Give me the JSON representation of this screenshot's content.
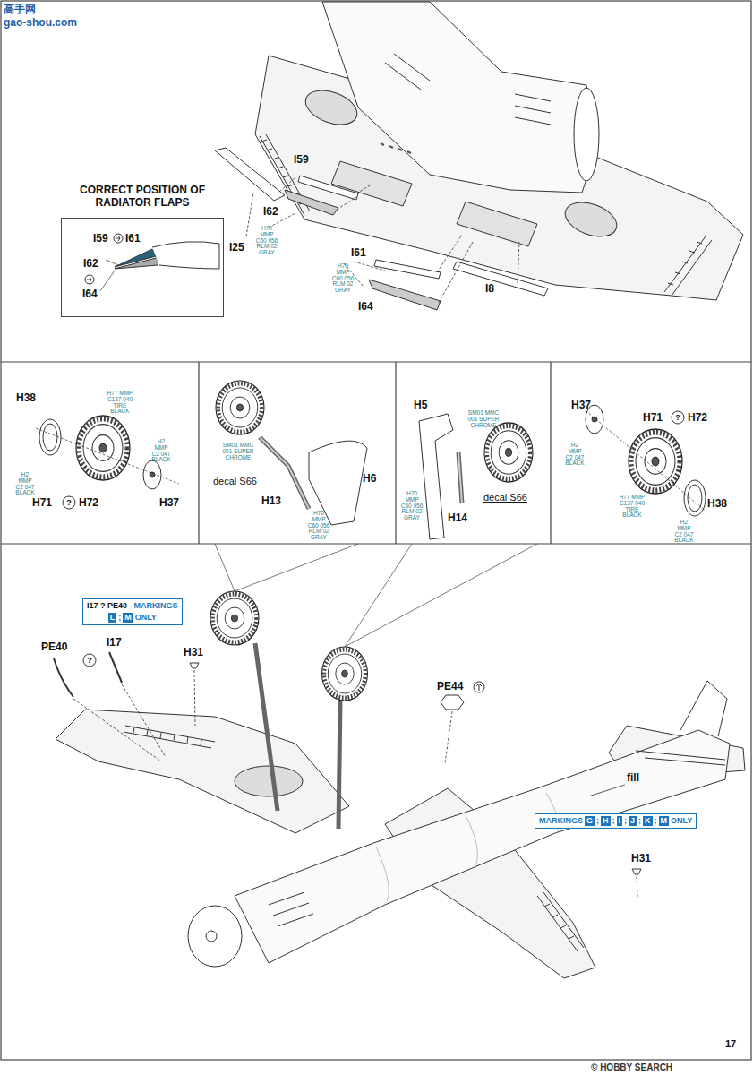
{
  "diagram": {
    "nodes": [
      {
        "text": [
          "CORRECT POSITION OF RADIATOR FLAPS"
        ]
      },
      {
        "text": [
          "I17 ? PE40 -",
          "MARKINGS",
          "L",
          ";",
          "M",
          "ONLY"
        ]
      },
      {
        "text": [
          "MARKINGS",
          "G",
          ";",
          "H",
          ";",
          "I",
          ";",
          "J",
          ";",
          "K",
          ";",
          "M",
          "ONLY"
        ]
      }
    ],
    "labels": [
      "高手网",
      "gao-shou.com",
      "I59",
      "I62",
      "I25",
      "H70 MMP C60 056 RLM 02 GRAY",
      "I61",
      "H70 MMP C60 056 RLM 02 GRAY",
      "I64",
      "I8",
      "I59",
      "I61",
      "I62",
      "I64",
      "H38",
      "H77 MMP C137 040 TIRE BLACK",
      "H2 MMP C2 047 BLACK",
      "H71",
      "?",
      "H72",
      "H2 MMP C2 047 BLACK",
      "H37",
      "SM01 MMC 001 SUPER CHROME",
      "decal S66",
      "H13",
      "H70 MMP C60 056 RLM 02 GRAY",
      "H6",
      "H5",
      "SM01 MMC 001 SUPER CHROME",
      "H70 MMP C60 056 RLM 02 GRAY",
      "H14",
      "decal S66",
      "H37",
      "H71",
      "?",
      "H72",
      "H2 MMP C2 047 BLACK",
      "H77 MMP C137 040 TIRE BLACK",
      "H38",
      "H2 MMP C2 047 BLACK",
      "PE40",
      "?",
      "I17",
      "H31",
      "PE44",
      "fill",
      "H31",
      "17",
      "© HOBBY SEARCH"
    ]
  }
}
